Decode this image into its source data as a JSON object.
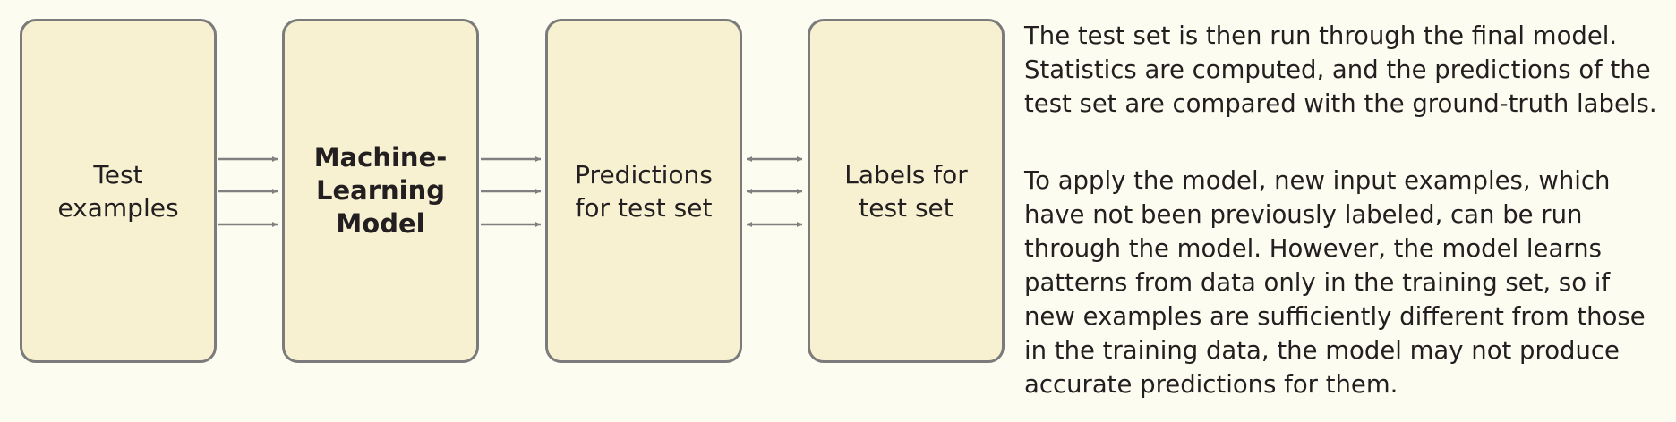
{
  "boxes": [
    {
      "label": "Test examples"
    },
    {
      "label": "Machine-Learning Model"
    },
    {
      "label": "Predictions for test set"
    },
    {
      "label": "Labels for test set"
    }
  ],
  "captions": [
    "The test set is then run through the final model. Statistics are computed, and the predictions of the test set are compared with the ground-truth labels.",
    "To apply the model, new input examples, which have not been previously labeled, can be run through the model. However, the model learns patterns from data only in the training set, so if new examples are sufficiently different from those in the training data, the model may not produce accurate predictions for them."
  ],
  "colors": {
    "background": "#fdfcf0",
    "box_fill": "#f7f1d2",
    "box_border": "#7b7b7b",
    "arrow": "#808080"
  }
}
